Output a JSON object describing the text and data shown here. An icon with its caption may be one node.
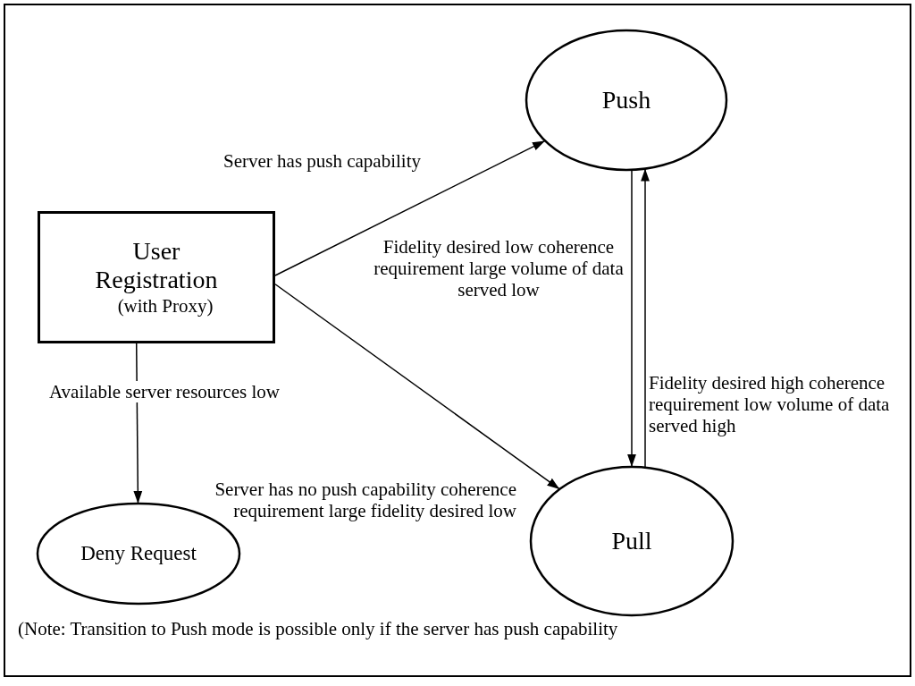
{
  "diagram": {
    "nodes": [
      {
        "text": [
          "User Registration",
          "(with Proxy)"
        ]
      },
      {
        "text": [
          "Push"
        ]
      },
      {
        "text": [
          "Pull"
        ]
      },
      {
        "text": [
          "Deny Request"
        ]
      }
    ],
    "edges": [
      {
        "from": 0,
        "to": 1,
        "arrow": "to",
        "label": "Server has push capability"
      },
      {
        "from": 0,
        "to": 2,
        "arrow": "to",
        "label": "Server has no push capability coherence requirement large fidelity desired low"
      },
      {
        "from": 0,
        "to": 3,
        "arrow": "to",
        "label": "Available server resources low"
      },
      {
        "from": 1,
        "to": 2,
        "arrow": "to",
        "label": "Fidelity desired low coherence requirement large volume of data served low"
      },
      {
        "from": 2,
        "to": 1,
        "arrow": "to",
        "label": "Fidelity desired high coherence requirement low volume of data served high"
      }
    ],
    "labels": [
      "(Note: Transition to Push mode is possible only if the server has push capability"
    ]
  }
}
